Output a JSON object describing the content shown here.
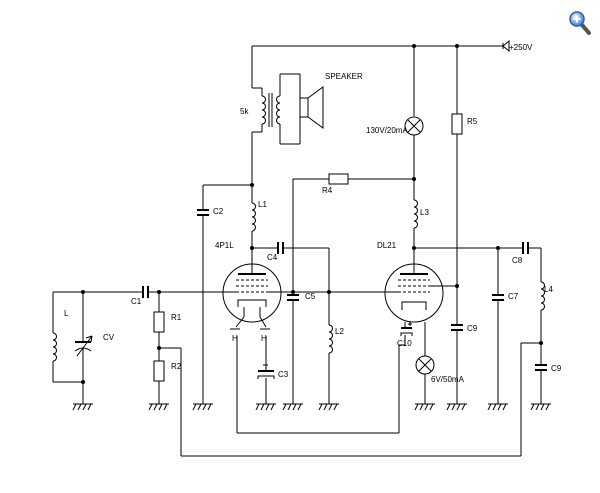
{
  "labels": {
    "supply": "+250V",
    "speaker": "SPEAKER",
    "transformer_5k": "5k",
    "lamp1": "130V/20mA",
    "lamp2": "6V/50mA",
    "tube1": "4P1L",
    "tube2": "DL21",
    "heater_a": "H",
    "heater_b": "H",
    "L": "L",
    "CV": "CV",
    "C1": "C1",
    "R1": "R1",
    "R2": "R2",
    "C2": "C2",
    "L1": "L1",
    "C3": "C3",
    "C4": "C4",
    "C5": "C5",
    "L2": "L2",
    "R4": "R4",
    "L3": "L3",
    "R5": "R5",
    "C10": "C10",
    "C9a": "C9",
    "C7": "C7",
    "C8": "C8",
    "L4": "L4",
    "C9b": "C9"
  },
  "colors": {
    "wire": "#000000",
    "zoom_lens": "#3a7bd5",
    "zoom_handle": "#555555"
  }
}
